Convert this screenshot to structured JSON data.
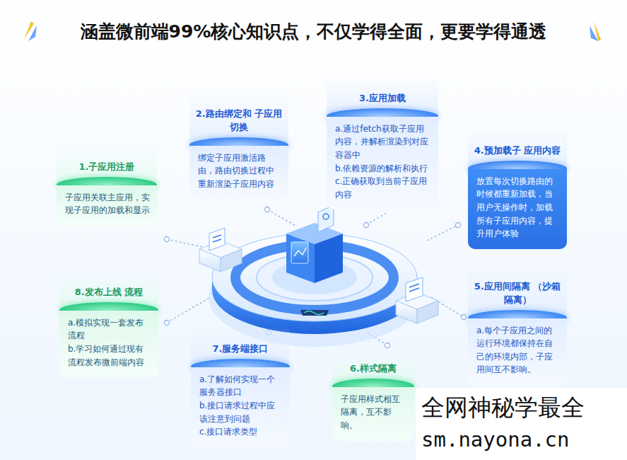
{
  "diagram": {
    "title": "涵盖微前端99%核心知识点，不仅学得全面，更要学得通透",
    "nodes": [
      {
        "text": [
          "1.子应用注册",
          "子应用关联主应用，实现子应用的加载和显示"
        ]
      },
      {
        "text": [
          "2.路由绑定和 子应用切换",
          "绑定子应用激活路由，路由切换过程中重新渲染子应用内容"
        ]
      },
      {
        "text": [
          "3.应用加载",
          "a.通过fetch获取子应用内容，并解析渲染到对应容器中",
          "b.依赖资源的解析和执行",
          "c.正确获取到当前子应用内容"
        ]
      },
      {
        "text": [
          "4.预加载子 应用内容",
          "放置每次切换路由的时候都重新加载，当用户无操作时，加载所有子应用内容，提升用户体验"
        ]
      },
      {
        "text": [
          "5.应用间隔离 （沙箱隔离）",
          "a.每个子应用之间的运行环境都保持在自己的环境内部，子应用间互不影响。"
        ]
      },
      {
        "text": [
          "6.样式隔离",
          "子应用样式相互隔离，互不影响。"
        ]
      },
      {
        "text": [
          "7.服务端接口",
          "a.了解如何实现一个服务器接口",
          "b.接口请求过程中应该注意到问题",
          "c.接口请求类型"
        ]
      },
      {
        "text": [
          "8.发布上线 流程",
          "a.模拟实现一套发布流程",
          "b.学习如何通过现有流程发布微前端内容"
        ]
      }
    ],
    "labels": [
      "全网神秘学最全",
      "sm.nayona.cn"
    ]
  }
}
